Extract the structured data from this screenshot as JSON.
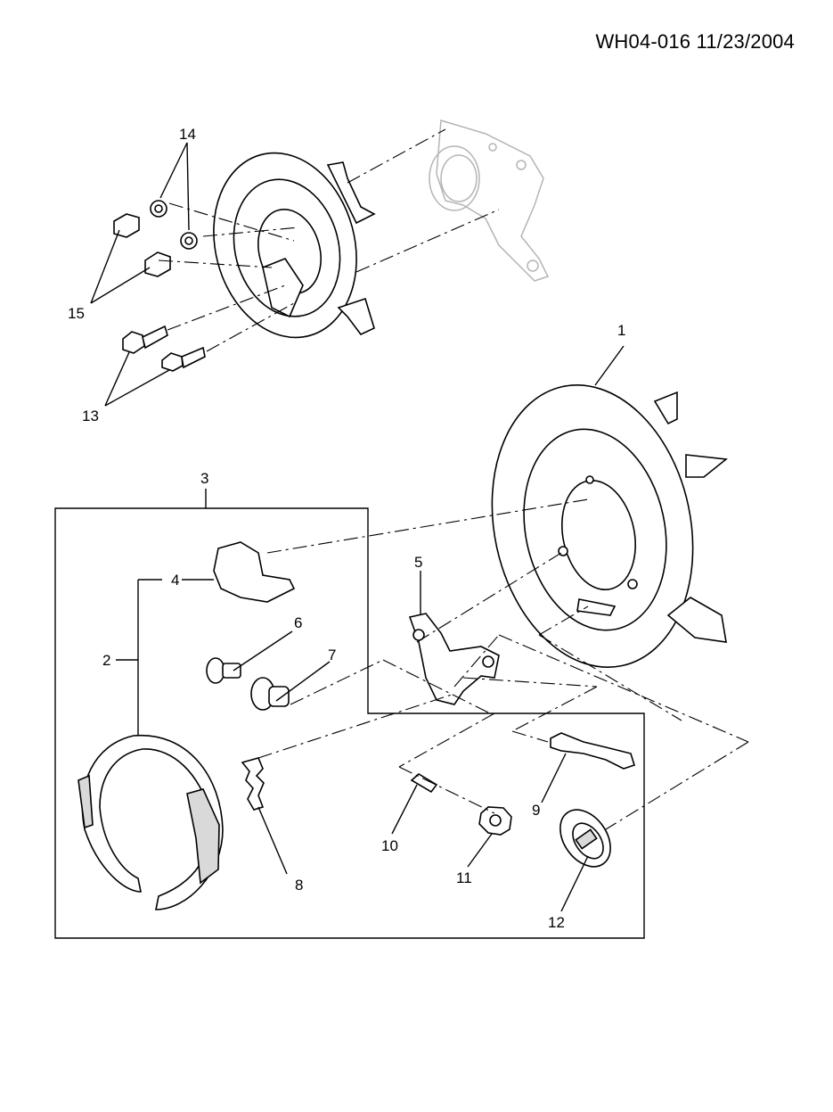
{
  "document_id": "WH04-016 11/23/2004",
  "callouts": {
    "c1": "1",
    "c2": "2",
    "c3": "3",
    "c4": "4",
    "c5": "5",
    "c6": "6",
    "c7": "7",
    "c8": "8",
    "c9": "9",
    "c10": "10",
    "c11": "11",
    "c12": "12",
    "c13": "13",
    "c14": "14",
    "c15": "15"
  }
}
